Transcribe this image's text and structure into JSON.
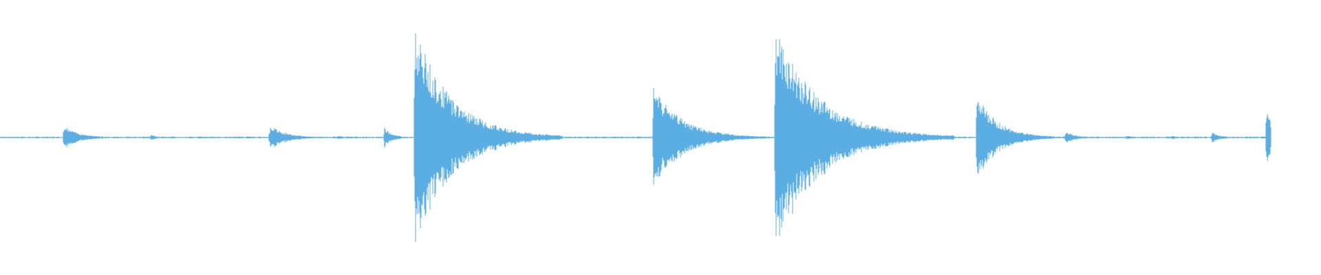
{
  "waveform": {
    "color": "#5aaee3",
    "background": "#ffffff",
    "transients": [
      {
        "t": 0.0483,
        "amp": 0.1,
        "decay": 0.012
      },
      {
        "t": 0.1142,
        "amp": 0.03,
        "decay": 0.004
      },
      {
        "t": 0.2042,
        "amp": 0.11,
        "decay": 0.012
      },
      {
        "t": 0.2563,
        "amp": 0.02,
        "decay": 0.004
      },
      {
        "t": 0.291,
        "amp": 0.09,
        "decay": 0.006
      },
      {
        "t": 0.3137,
        "amp": 0.96,
        "decay": 0.028
      },
      {
        "t": 0.4944,
        "amp": 0.44,
        "decay": 0.022
      },
      {
        "t": 0.5424,
        "amp": 0.07,
        "decay": 0.006
      },
      {
        "t": 0.5867,
        "amp": 0.94,
        "decay": 0.034
      },
      {
        "t": 0.6575,
        "amp": 0.02,
        "decay": 0.004
      },
      {
        "t": 0.6771,
        "amp": 0.02,
        "decay": 0.004
      },
      {
        "t": 0.7393,
        "amp": 0.38,
        "decay": 0.016
      },
      {
        "t": 0.8066,
        "amp": 0.05,
        "decay": 0.008
      },
      {
        "t": 0.8527,
        "amp": 0.02,
        "decay": 0.004
      },
      {
        "t": 0.887,
        "amp": 0.02,
        "decay": 0.004
      },
      {
        "t": 0.9174,
        "amp": 0.05,
        "decay": 0.006
      },
      {
        "t": 0.9587,
        "amp": 0.3,
        "decay": 0.004
      }
    ],
    "end": 0.962
  }
}
